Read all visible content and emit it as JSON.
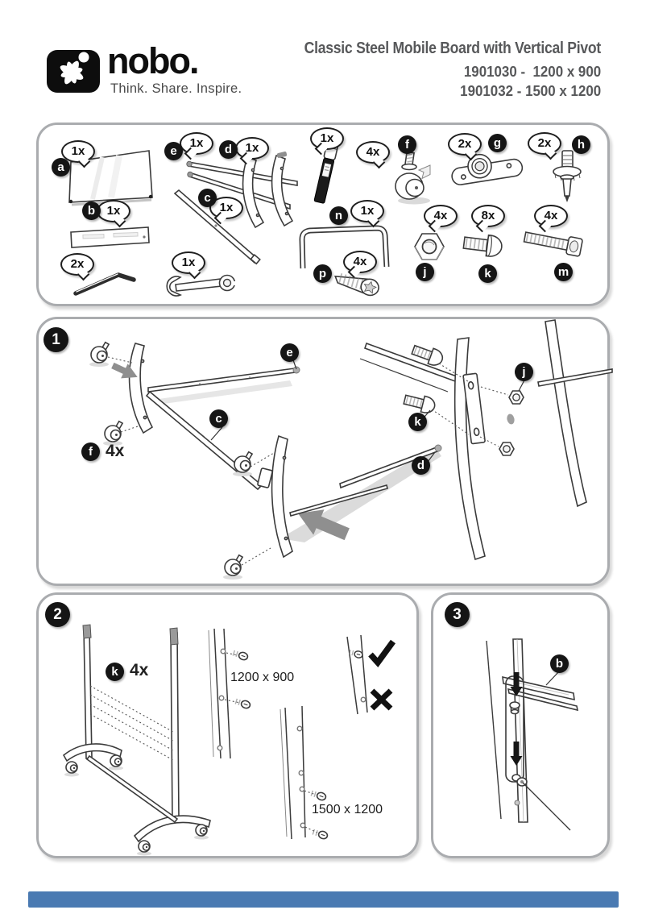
{
  "header": {
    "brand": "nobo.",
    "tagline": "Think. Share. Inspire.",
    "title": "Classic Steel Mobile Board with Vertical Pivot",
    "models": [
      "1901030 -  1200 x 900",
      "1901032 - 1500 x 1200"
    ]
  },
  "parts": {
    "items": [
      {
        "id": "a",
        "qty": "1x",
        "name": "whiteboard panel"
      },
      {
        "id": "b",
        "qty": "1x",
        "name": "pen tray"
      },
      {
        "id": "c",
        "qty": "1x",
        "name": "cross rail"
      },
      {
        "id": "d",
        "qty": "1x",
        "name": "leg frame"
      },
      {
        "id": "e",
        "qty": "1x",
        "name": "cross rod"
      },
      {
        "id": "f",
        "qty": "4x",
        "name": "caster wheel"
      },
      {
        "id": "g",
        "qty": "2x",
        "name": "pivot bracket"
      },
      {
        "id": "h",
        "qty": "2x",
        "name": "push pin"
      },
      {
        "id": "j",
        "qty": "4x",
        "name": "lock nut"
      },
      {
        "id": "k",
        "qty": "8x",
        "name": "short bolt"
      },
      {
        "id": "m",
        "qty": "4x",
        "name": "long bolt"
      },
      {
        "id": "n",
        "qty": "1x",
        "name": "u bracket"
      },
      {
        "id": "p",
        "qty": "4x",
        "name": "self tapping screw"
      },
      {
        "id": "",
        "qty": "2x",
        "name": "allen key"
      },
      {
        "id": "",
        "qty": "1x",
        "name": "wrench"
      },
      {
        "id": "",
        "qty": "1x",
        "name": "marker"
      }
    ]
  },
  "steps": {
    "one": {
      "number": "1",
      "labels": {
        "e": "e",
        "c": "c",
        "f": "f",
        "f_qty": "4x",
        "d": "d",
        "j": "j",
        "k": "k"
      }
    },
    "two": {
      "number": "2",
      "labels": {
        "k": "k",
        "k_qty": "4x"
      },
      "sizes": {
        "small": "1200 x 900",
        "large": "1500 x 1200"
      }
    },
    "three": {
      "number": "3",
      "labels": {
        "b": "b"
      }
    }
  },
  "colors": {
    "footer_bar": "#4a7ab2",
    "line_art": "#3b3b3b",
    "heading_gray": "#57585a",
    "badge_black": "#151515"
  }
}
